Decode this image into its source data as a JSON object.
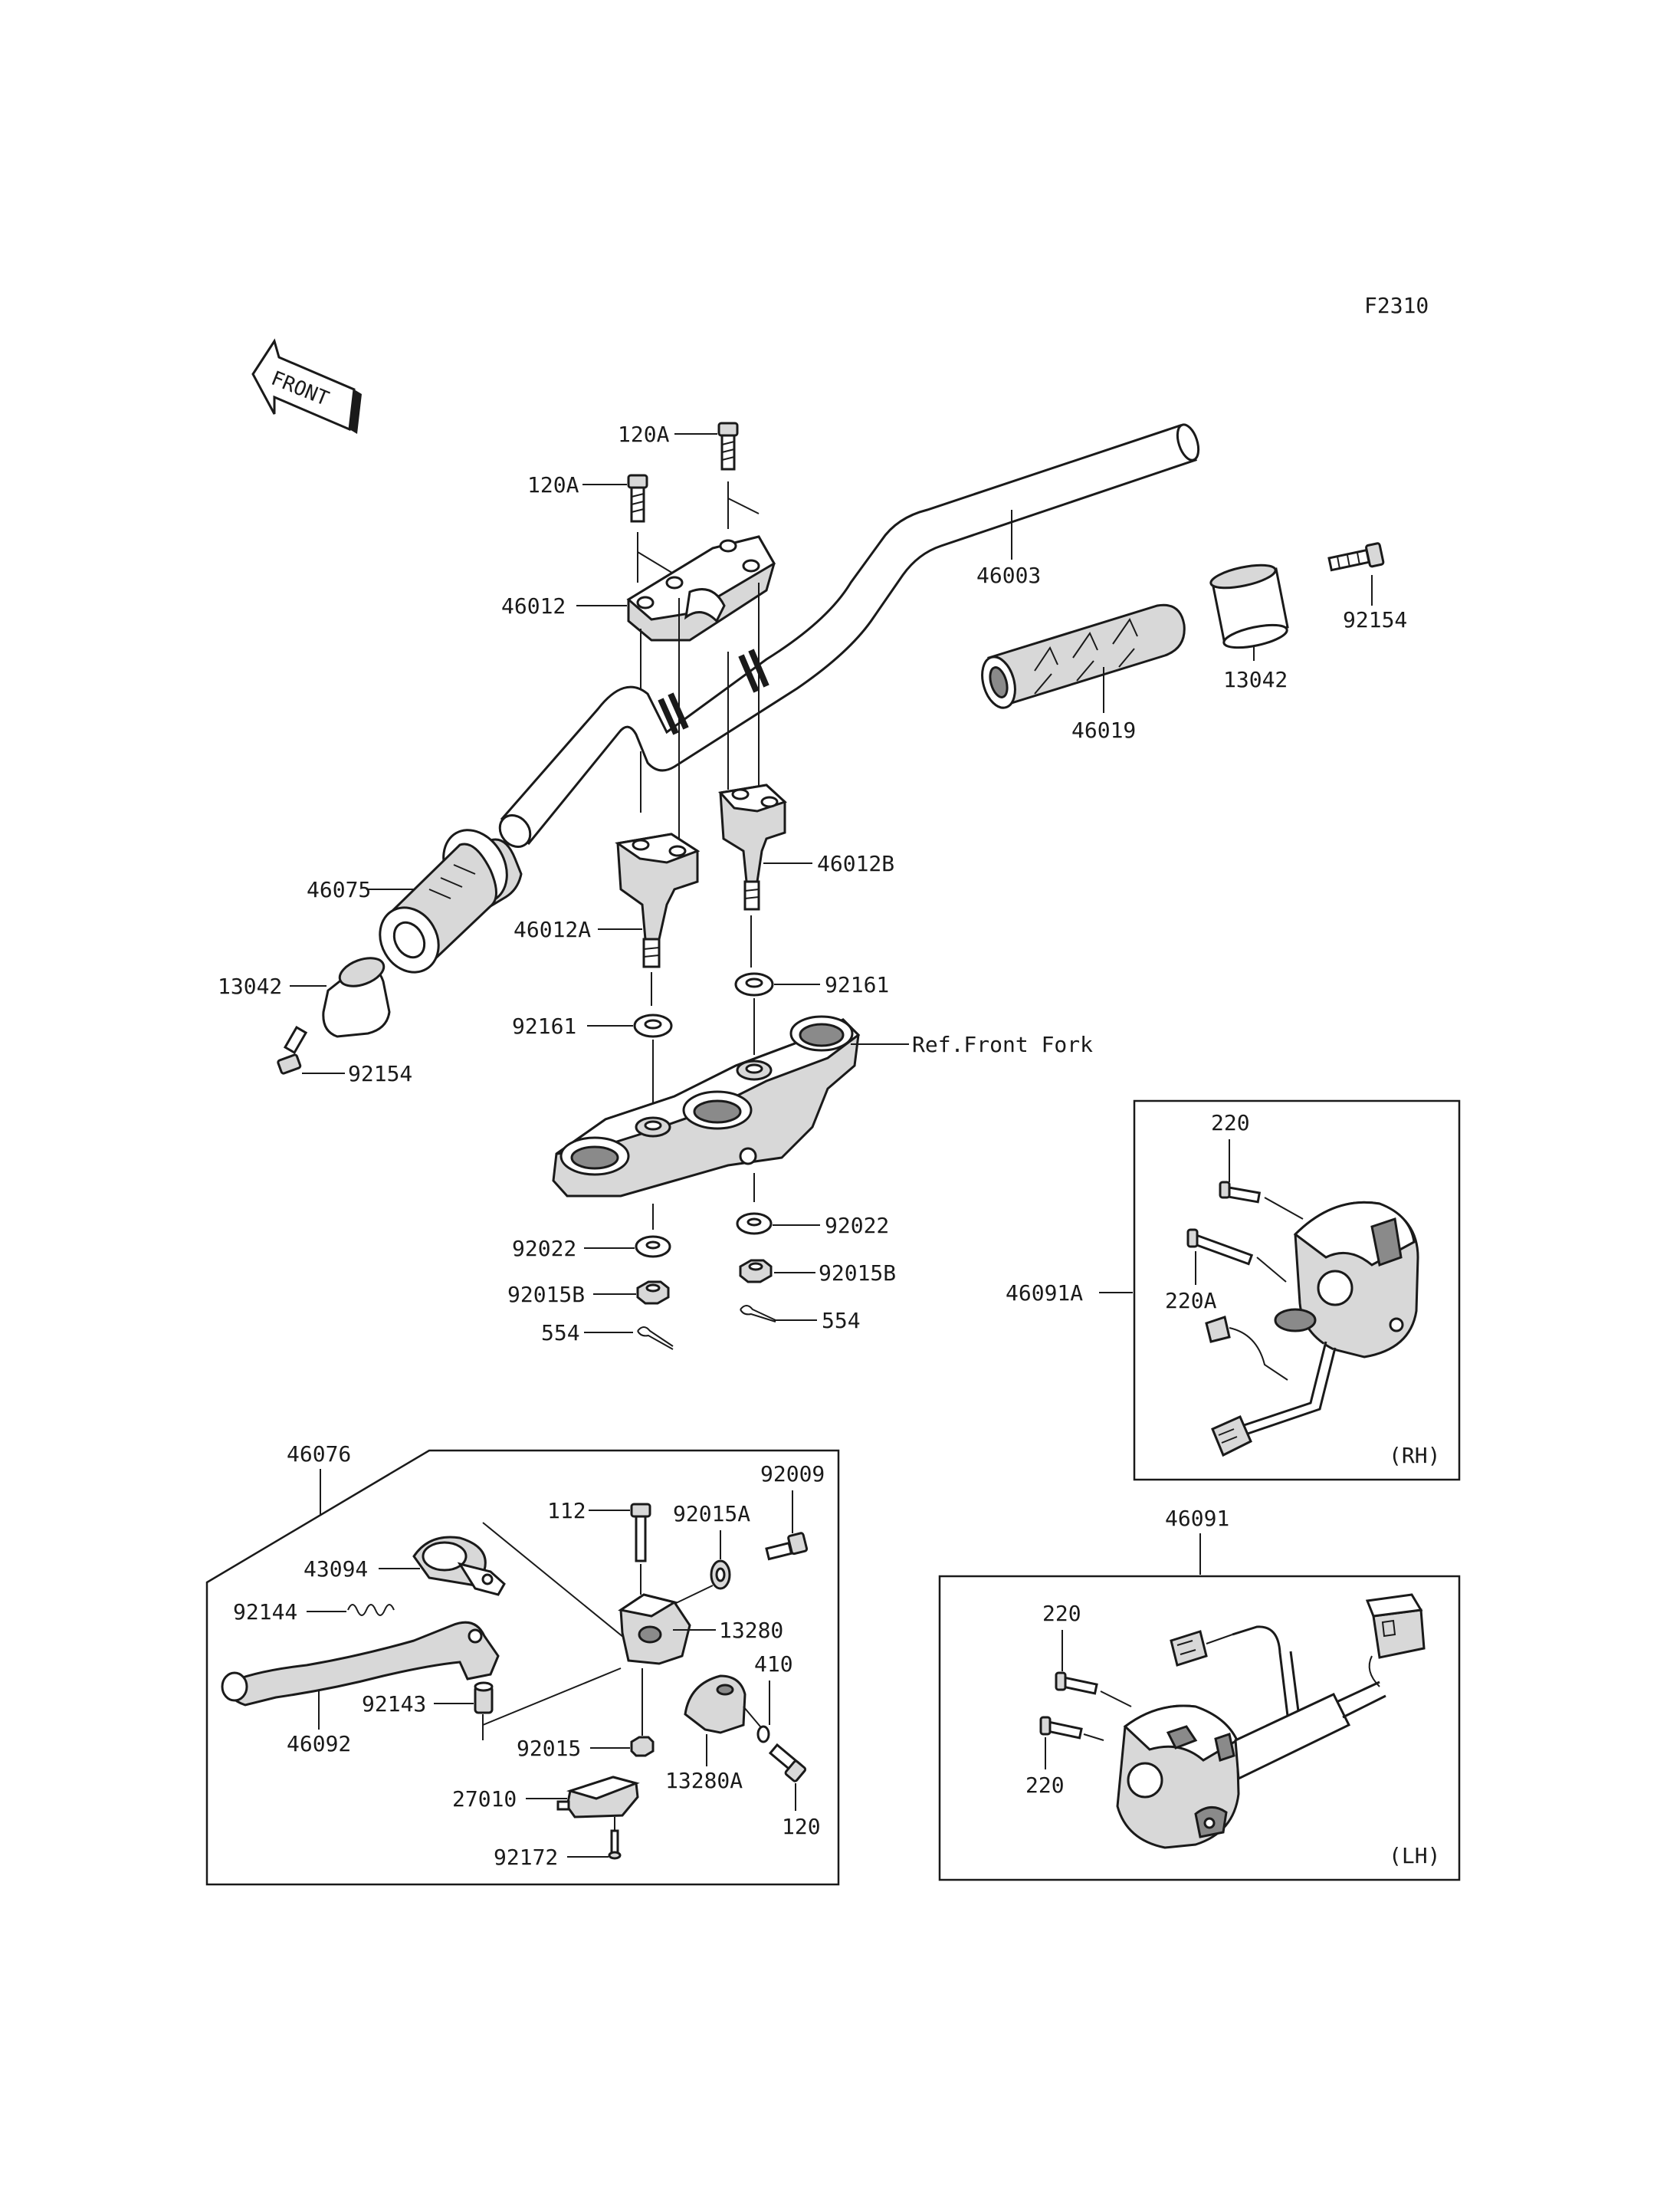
{
  "figure_code": "F2310",
  "front_label": "FRONT",
  "reference_label": "Ref.Front Fork",
  "box_labels": {
    "rh": "(RH)",
    "lh": "(LH)"
  },
  "parts": {
    "p120A_top": "120A",
    "p120A_left": "120A",
    "p46012": "46012",
    "p46003": "46003",
    "p46019": "46019",
    "p13042_right": "13042",
    "p92154_right": "92154",
    "p46075": "46075",
    "p46012A": "46012A",
    "p46012B": "46012B",
    "p13042_left": "13042",
    "p92154_left": "92154",
    "p92161_left": "92161",
    "p92161_right": "92161",
    "p92022_left": "92022",
    "p92022_right": "92022",
    "p92015B_left": "92015B",
    "p92015B_right": "92015B",
    "p554_left": "554",
    "p554_right": "554",
    "p220_rh": "220",
    "p220A_rh": "220A",
    "p46091A": "46091A",
    "p46076": "46076",
    "p43094": "43094",
    "p92144": "92144",
    "p46092": "46092",
    "p92143": "92143",
    "p112": "112",
    "p92015A": "92015A",
    "p92009": "92009",
    "p13280": "13280",
    "p410": "410",
    "p92015": "92015",
    "p13280A": "13280A",
    "p27010": "27010",
    "p120": "120",
    "p92172": "92172",
    "p46091": "46091",
    "p220_lh_top": "220",
    "p220_lh_bottom": "220"
  }
}
